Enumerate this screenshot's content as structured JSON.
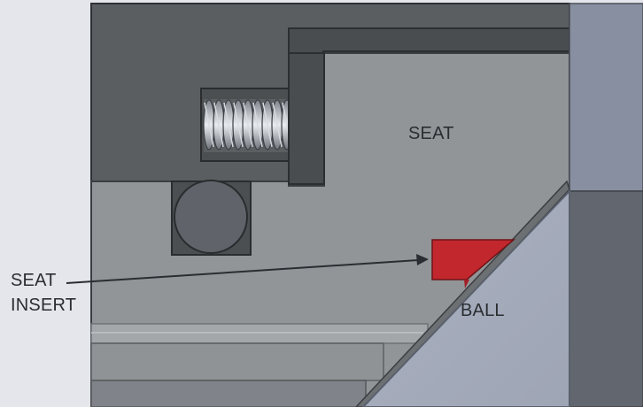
{
  "labels": {
    "seat": "SEAT",
    "ball": "BALL",
    "seat_insert_line1": "SEAT",
    "seat_insert_line2": "INSERT"
  },
  "colors": {
    "background": "#e4e6eb",
    "body_dark": "#595d60",
    "seat_gray": "#909496",
    "ball_blue": "#a6adbd",
    "right_housing": "#868ea0",
    "right_housing_lower": "#60656d",
    "insert_red": "#c1272d",
    "outline": "#3a3d40",
    "spring": "#c8ccd2"
  },
  "icons": {
    "spring": "coil-spring-icon",
    "o_ring": "o-ring-icon"
  }
}
